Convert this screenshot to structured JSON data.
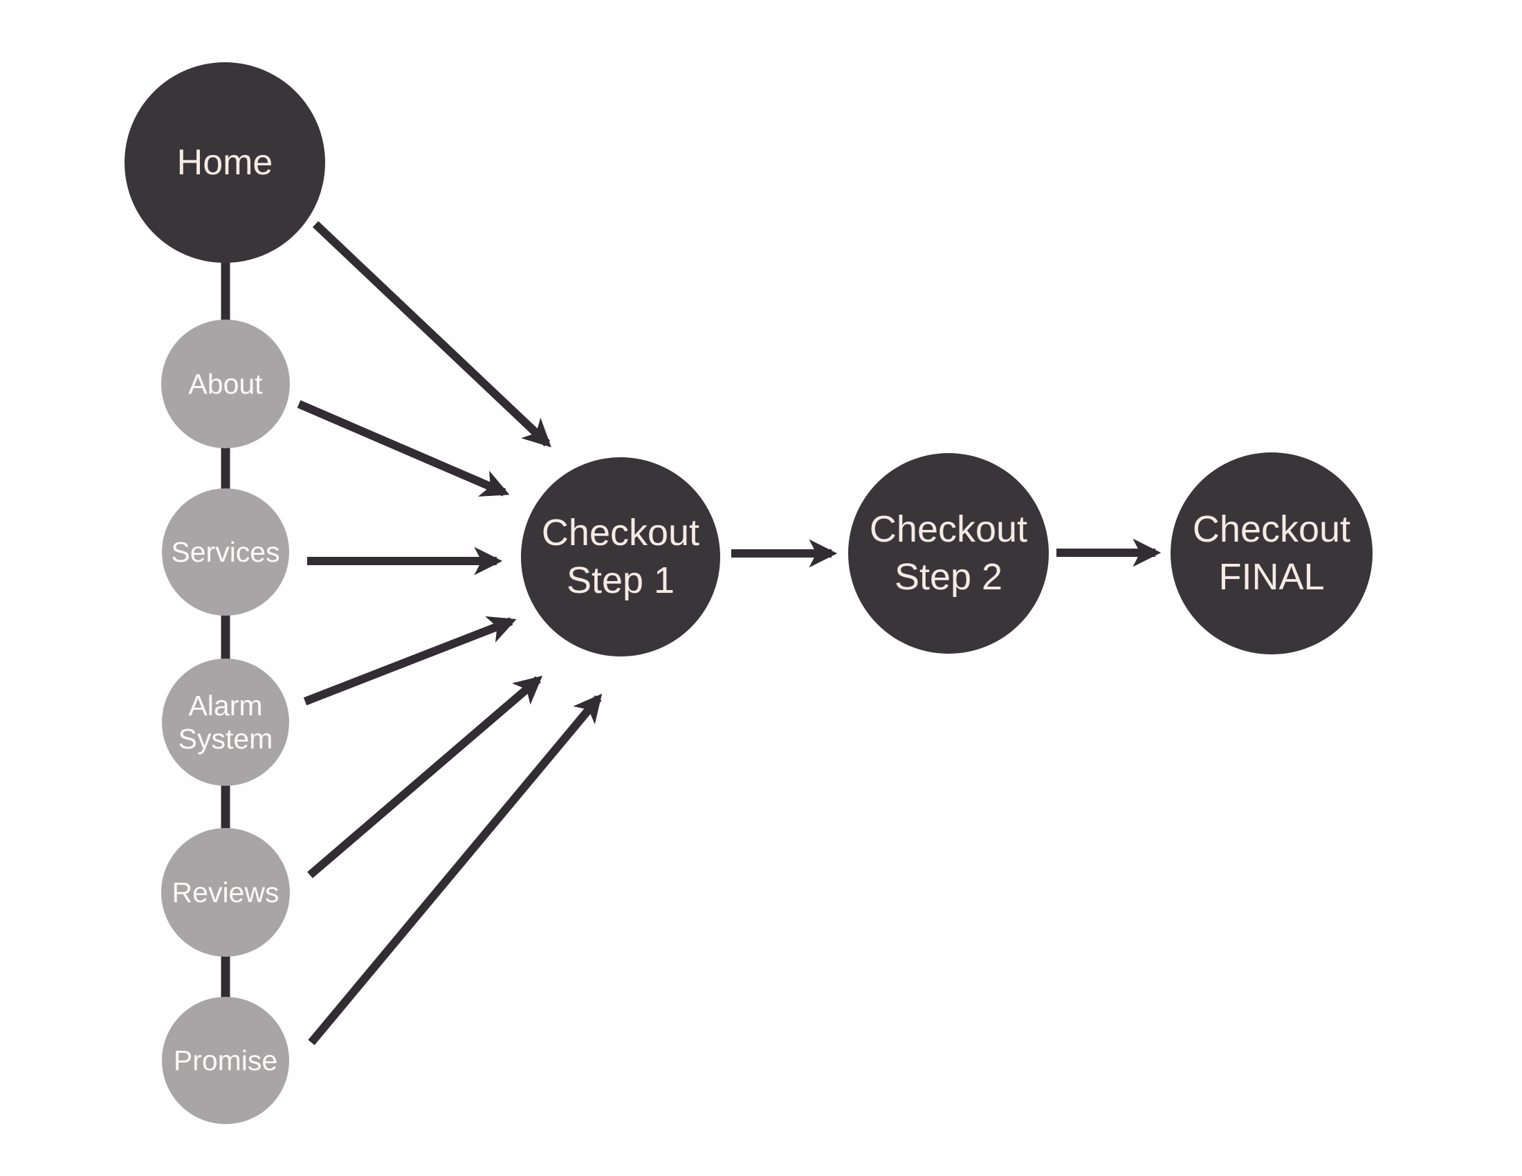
{
  "diagram_type": "site-navigation-flow",
  "colors": {
    "primary_node_fill": "#3a3539",
    "secondary_node_fill": "#a8a5a6",
    "connector": "#322d33",
    "primary_node_text": "#f5ebe4",
    "secondary_node_text": "#fbfaf8",
    "background": "#fffefe"
  },
  "nodes": {
    "home": {
      "label": "Home",
      "style": "primary"
    },
    "about": {
      "label": "About",
      "style": "secondary"
    },
    "services": {
      "label": "Services",
      "style": "secondary"
    },
    "alarm_system": {
      "line1": "Alarm",
      "line2": "System",
      "style": "secondary"
    },
    "reviews": {
      "label": "Reviews",
      "style": "secondary"
    },
    "promise": {
      "label": "Promise",
      "style": "secondary"
    },
    "checkout_step_1": {
      "line1": "Checkout",
      "line2": "Step 1",
      "style": "primary"
    },
    "checkout_step_2": {
      "line1": "Checkout",
      "line2": "Step 2",
      "style": "primary"
    },
    "checkout_final": {
      "line1": "Checkout",
      "line2": "FINAL",
      "style": "primary"
    }
  },
  "edges": [
    {
      "from": "home",
      "to": "about",
      "kind": "plain-line"
    },
    {
      "from": "about",
      "to": "services",
      "kind": "plain-line"
    },
    {
      "from": "services",
      "to": "alarm_system",
      "kind": "plain-line"
    },
    {
      "from": "alarm_system",
      "to": "reviews",
      "kind": "plain-line"
    },
    {
      "from": "reviews",
      "to": "promise",
      "kind": "plain-line"
    },
    {
      "from": "home",
      "to": "checkout_step_1",
      "kind": "arrow"
    },
    {
      "from": "about",
      "to": "checkout_step_1",
      "kind": "arrow"
    },
    {
      "from": "services",
      "to": "checkout_step_1",
      "kind": "arrow"
    },
    {
      "from": "alarm_system",
      "to": "checkout_step_1",
      "kind": "arrow"
    },
    {
      "from": "reviews",
      "to": "checkout_step_1",
      "kind": "arrow"
    },
    {
      "from": "promise",
      "to": "checkout_step_1",
      "kind": "arrow"
    },
    {
      "from": "checkout_step_1",
      "to": "checkout_step_2",
      "kind": "arrow"
    },
    {
      "from": "checkout_step_2",
      "to": "checkout_final",
      "kind": "arrow"
    }
  ]
}
